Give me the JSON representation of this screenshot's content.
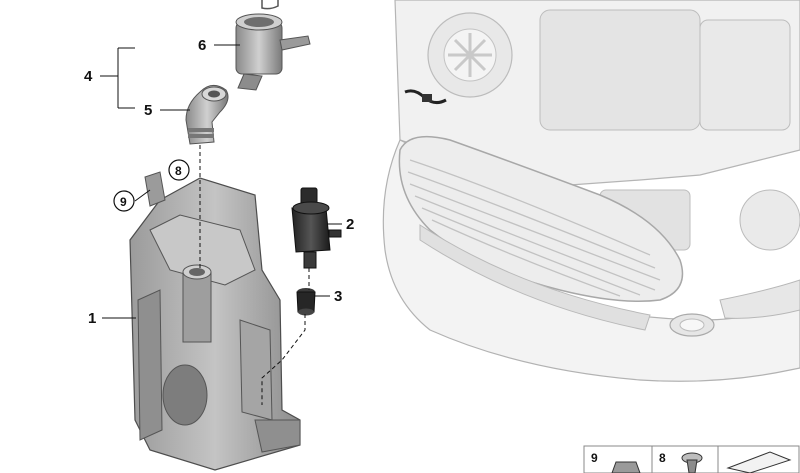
{
  "callouts": {
    "part1": "1",
    "part2": "2",
    "part3": "3",
    "part4": "4",
    "part5": "5",
    "part6": "6",
    "part8": "8",
    "part9": "9"
  },
  "legend": {
    "cell_9": "9",
    "cell_8": "8"
  }
}
